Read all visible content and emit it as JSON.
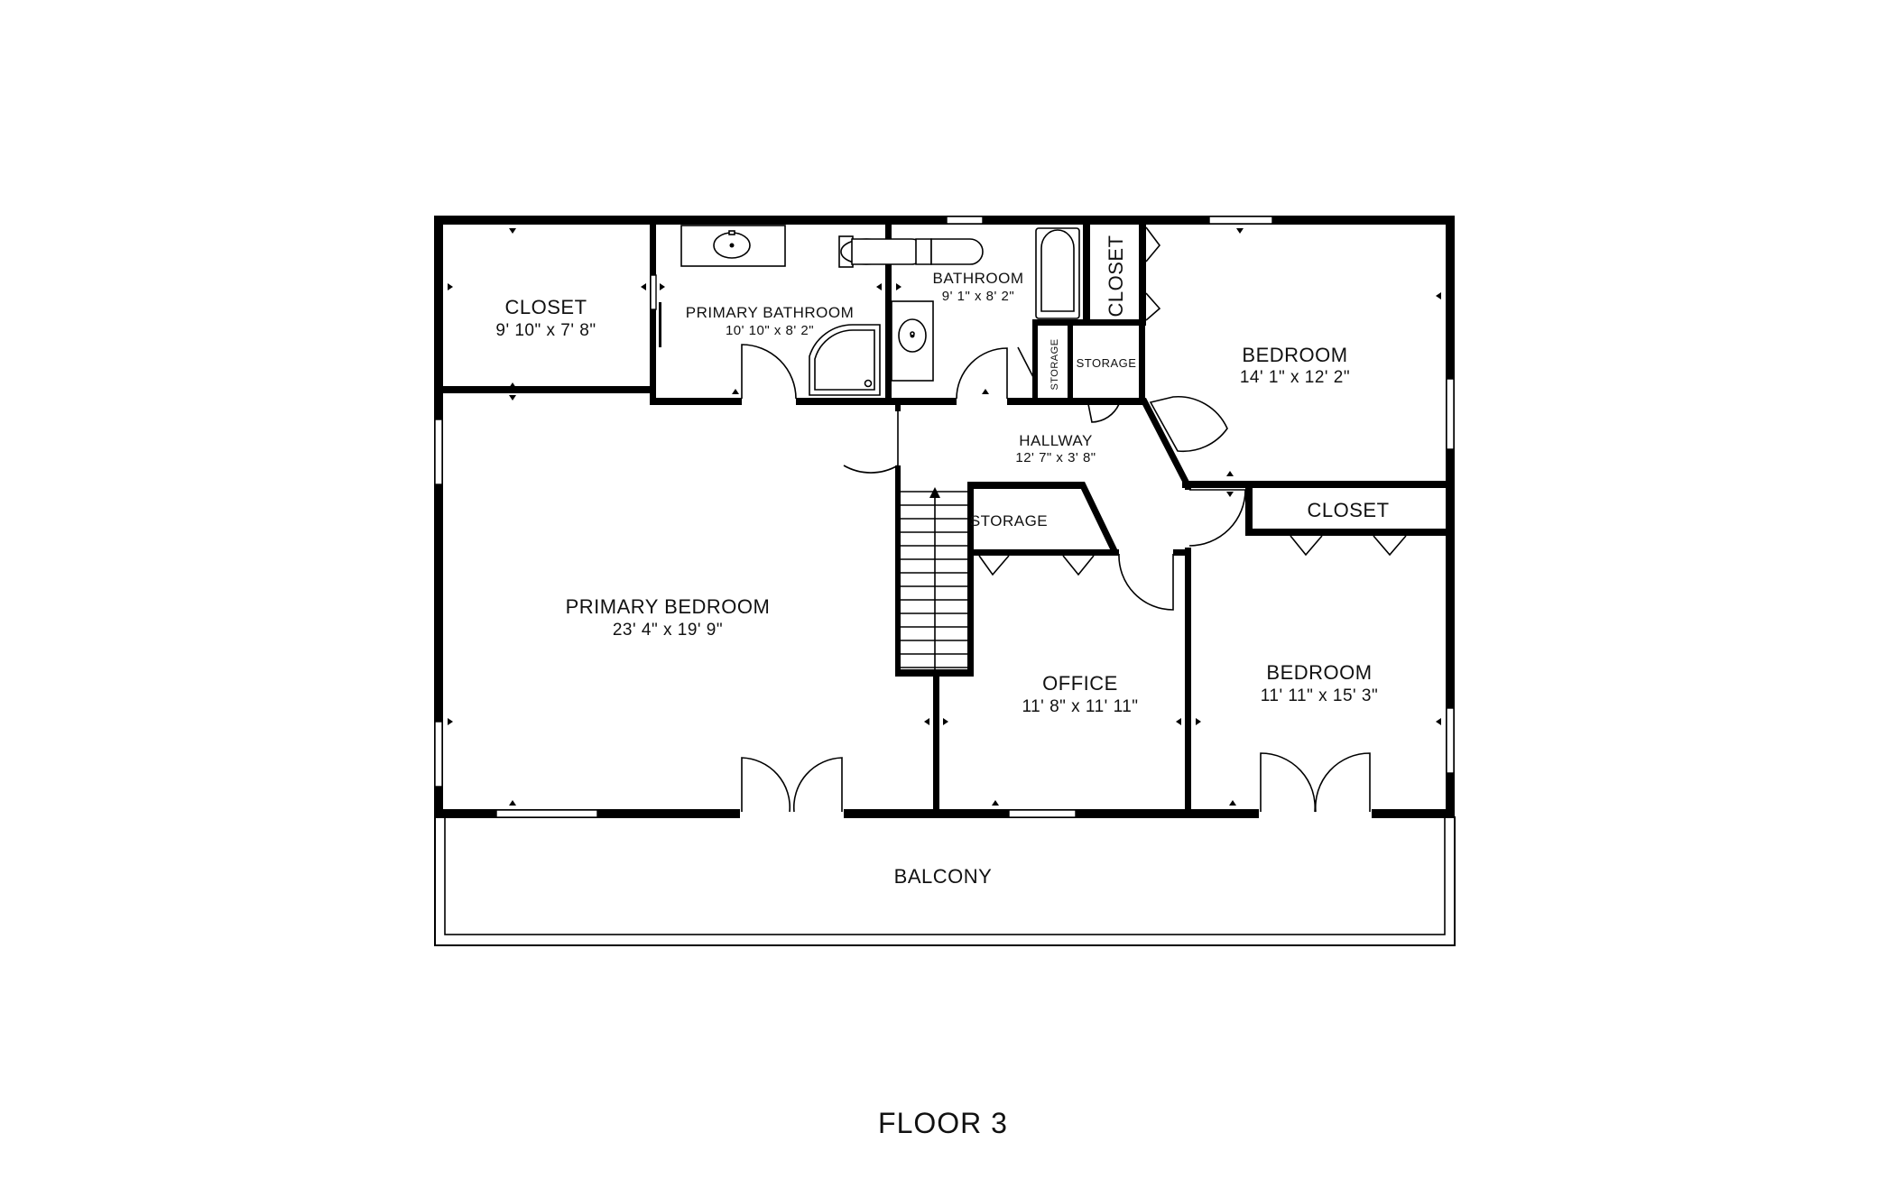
{
  "floor_label": "FLOOR 3",
  "rooms": {
    "closet_left": {
      "name": "CLOSET",
      "dims": "9' 10\" x 7' 8\""
    },
    "primary_bathroom": {
      "name": "PRIMARY BATHROOM",
      "dims": "10' 10\" x 8' 2\""
    },
    "bathroom": {
      "name": "BATHROOM",
      "dims": "9' 1\" x 8' 2\""
    },
    "closet_top": {
      "name": "CLOSET"
    },
    "storage_vertical": {
      "name": "STORAGE"
    },
    "storage_small": {
      "name": "STORAGE"
    },
    "bedroom_top_right": {
      "name": "BEDROOM",
      "dims": "14' 1\" x 12' 2\""
    },
    "hallway": {
      "name": "HALLWAY",
      "dims": "12' 7\" x 3' 8\""
    },
    "storage_hall": {
      "name": "STORAGE"
    },
    "closet_right": {
      "name": "CLOSET"
    },
    "primary_bedroom": {
      "name": "PRIMARY BEDROOM",
      "dims": "23' 4\" x 19' 9\""
    },
    "office": {
      "name": "OFFICE",
      "dims": "11' 8\" x 11' 11\""
    },
    "bedroom_bottom_right": {
      "name": "BEDROOM",
      "dims": "11' 11\" x 15' 3\""
    },
    "balcony": {
      "name": "BALCONY"
    }
  }
}
